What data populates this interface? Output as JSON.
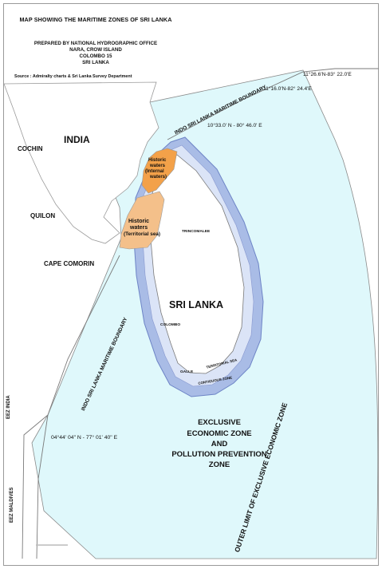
{
  "header": {
    "title": "MAP SHOWING THE MARITIME ZONES OF SRI LANKA",
    "line1": "PREPARED BY NATIONAL HYDROGRAPHIC OFFICE",
    "line2": "NARA, CROW ISLAND",
    "line3": "COLOMBO 15",
    "line4": "SRI LANKA",
    "source": "Source : Admiralty charts & Sri Lanka Survey Department"
  },
  "places": {
    "india": "INDIA",
    "cochin": "COCHIN",
    "quilon": "QUILON",
    "cape_comorin": "CAPE COMORIN",
    "sri_lanka": "SRI LANKA",
    "trincomalee": "TRINCOMALEE",
    "colombo": "COLOMBO",
    "galle": "GALLE"
  },
  "zones": {
    "historic_internal_1": "Historic",
    "historic_internal_2": "waters",
    "historic_internal_3": "(Internal",
    "historic_internal_4": "waters)",
    "historic_territorial_1": "Historic",
    "historic_territorial_2": "waters",
    "historic_territorial_3": "(Territorial sea)",
    "territorial_sea": "TERRITORIAL SEA",
    "contiguous_zone": "CONTIGUOUS ZONE",
    "eez_1": "EXCLUSIVE",
    "eez_2": "ECONOMIC ZONE",
    "eez_3": "AND",
    "eez_4": "POLLUTION PREVENTION",
    "eez_5": "ZONE"
  },
  "boundaries": {
    "north": "INDO SRI LANKA MARITIME BOUNDARY",
    "south": "INDO SRI LANKA MARITIME BOUNDARY",
    "outer": "OUTER LIMIT OF EXCLUSIVE ECONOMIC ZONE",
    "eez_india": "EEZ INDIA",
    "eez_maldives": "EEZ MALDIVES"
  },
  "coordinates": {
    "c1": "11°26.6'N-83° 22.0'E",
    "c2": "11°16.0'N-82° 24.4'E",
    "c3": "10°33.0' N - 80° 46.0' E",
    "c4": "04°44' 04\" N - 77° 01' 40\" E"
  },
  "colors": {
    "eez": "#dff8fb",
    "contiguous": "#a9bce6",
    "territorial": "#dbe4f7",
    "land": "#ffffff",
    "historic_internal": "#f3a149",
    "historic_territorial": "#f4c08a",
    "boundary": "#7a7a7a"
  }
}
